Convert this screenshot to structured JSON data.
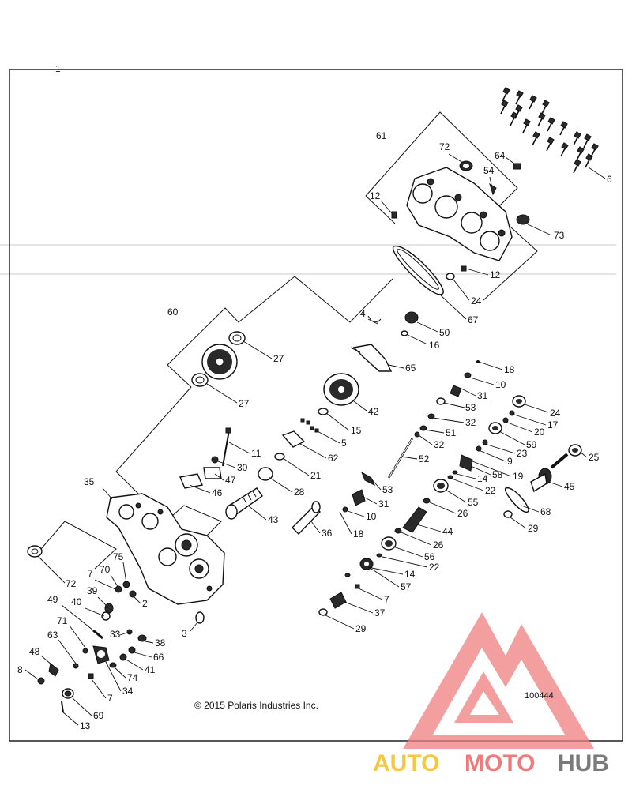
{
  "figure_number": "100444",
  "copyright": "© 2015 Polaris Industries Inc.",
  "watermark": {
    "auto": "AUTO",
    "moto": "MOTO",
    "hub": "HUB",
    "colors": {
      "auto": "#f5c842",
      "moto": "#f07a7a",
      "hub": "#7a7a7a",
      "logo": "#f08080"
    }
  },
  "callouts": {
    "c1": "1",
    "c6": "6",
    "c61": "61",
    "c72a": "72",
    "c64": "64",
    "c54": "54",
    "c12a": "12",
    "c73": "73",
    "c12b": "12",
    "c24a": "24",
    "c67": "67",
    "c50": "50",
    "c4": "4",
    "c16": "16",
    "c60": "60",
    "c27a": "27",
    "c65": "65",
    "c18a": "18",
    "c10a": "10",
    "c27b": "27",
    "c31a": "31",
    "c42": "42",
    "c53a": "53",
    "c24b": "24",
    "c32a": "32",
    "c17": "17",
    "c15": "15",
    "c51": "51",
    "c20": "20",
    "c5": "5",
    "c32b": "32",
    "c59": "59",
    "c11": "11",
    "c62": "62",
    "c23": "23",
    "c9": "9",
    "c30": "30",
    "c52": "52",
    "c25": "25",
    "c47": "47",
    "c21": "21",
    "c58": "58",
    "c19": "19",
    "c14a": "14",
    "c35": "35",
    "c46": "46",
    "c28": "28",
    "c53b": "53",
    "c22a": "22",
    "c45": "45",
    "c55": "55",
    "c31b": "31",
    "c26a": "26",
    "c68": "68",
    "c43": "43",
    "c10b": "10",
    "c29a": "29",
    "c36": "36",
    "c18b": "18",
    "c44": "44",
    "c26b": "26",
    "c56": "56",
    "c72b": "72",
    "c22b": "22",
    "c75": "75",
    "c14b": "14",
    "c7a": "7",
    "c70": "70",
    "c57": "57",
    "c39": "39",
    "c2": "2",
    "c49": "49",
    "c7b": "7",
    "c40": "40",
    "c37": "37",
    "c3": "3",
    "c29b": "29",
    "c71": "71",
    "c33": "33",
    "c38": "38",
    "c63": "63",
    "c66": "66",
    "c48": "48",
    "c41": "41",
    "c74": "74",
    "c8": "8",
    "c34": "34",
    "c7c": "7",
    "c69": "69",
    "c13": "13"
  }
}
